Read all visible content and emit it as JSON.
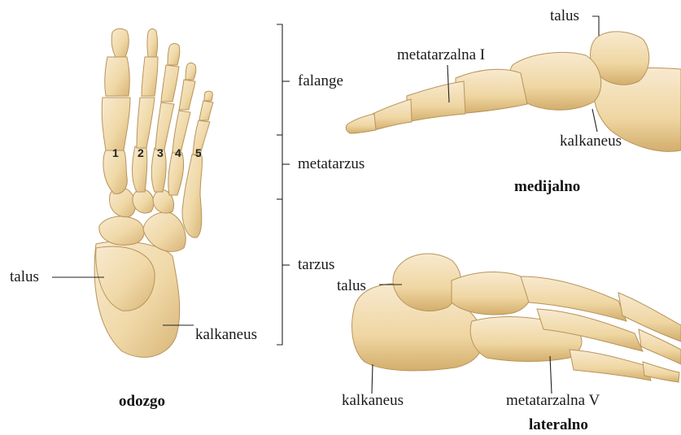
{
  "top_view": {
    "caption": "odozgo",
    "labels": {
      "talus": "talus",
      "kalkaneus": "kalkaneus"
    },
    "toe_numbers": [
      "1",
      "2",
      "3",
      "4",
      "5"
    ]
  },
  "regions": {
    "falange": "falange",
    "metatarzus": "metatarzus",
    "tarzus": "tarzus"
  },
  "medial_view": {
    "caption": "medijalno",
    "labels": {
      "talus": "talus",
      "metatarzalna": "metatarzalna I",
      "kalkaneus": "kalkaneus"
    }
  },
  "lateral_view": {
    "caption": "lateralno",
    "labels": {
      "talus": "talus",
      "kalkaneus": "kalkaneus",
      "metatarzalna": "metatarzalna V"
    }
  },
  "colors": {
    "bone": "#f2ddb0",
    "bone_shadow": "#d9b97c",
    "bone_outline": "#b8945a",
    "line": "#222222"
  }
}
